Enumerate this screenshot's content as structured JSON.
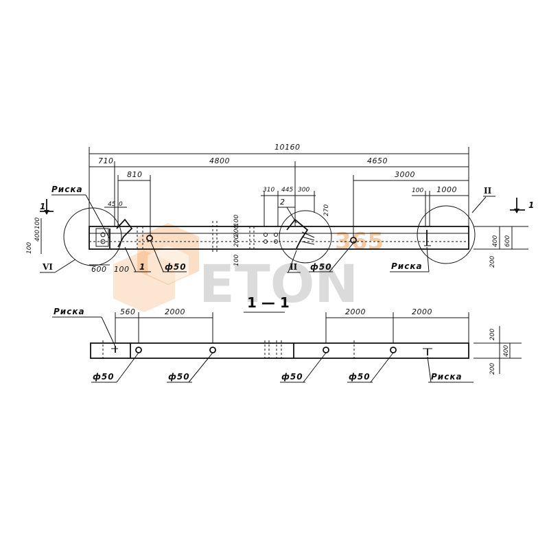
{
  "view_top": {
    "overall": "10160",
    "seg_left": "710",
    "seg_mid": "4800",
    "seg_right": "4650",
    "d810": "810",
    "d3000": "3000",
    "d310": "310",
    "d445": "445",
    "d300": "300",
    "d100": "100",
    "d1000": "1000",
    "d45": "45",
    "d0": "0",
    "d270": "270",
    "d2": "2",
    "d600": "600",
    "d100b": "100",
    "vd100a": "100",
    "vd400": "400",
    "vd100b": "100",
    "vd100c": "100",
    "vd200a": "200",
    "vd200b": "200",
    "vd100d": "100",
    "vd100e": "100",
    "vd400r": "400",
    "vd600r": "600",
    "vd200r": "200",
    "risk_label_1": "Риска",
    "risk_label_2": "Риска",
    "phi_1": "ф50",
    "phi_2": "ф50",
    "mark_1": "1",
    "roman_ii_top": "II",
    "roman_ii_mid": "II",
    "roman_vi": "VI",
    "arrow_left": "1",
    "arrow_right": "1"
  },
  "section": {
    "title": "1 — 1",
    "risk_label_1": "Риска",
    "risk_label_2": "Риска",
    "d560": "560",
    "d2000a": "2000",
    "d2000b": "2000",
    "d2000c": "2000",
    "phi_1": "ф50",
    "phi_2": "ф50",
    "phi_3": "ф50",
    "phi_4": "ф50",
    "vd200a": "200",
    "vd400": "400",
    "vd200b": "200"
  },
  "watermark": {
    "text": "ETON",
    "number": "365"
  }
}
